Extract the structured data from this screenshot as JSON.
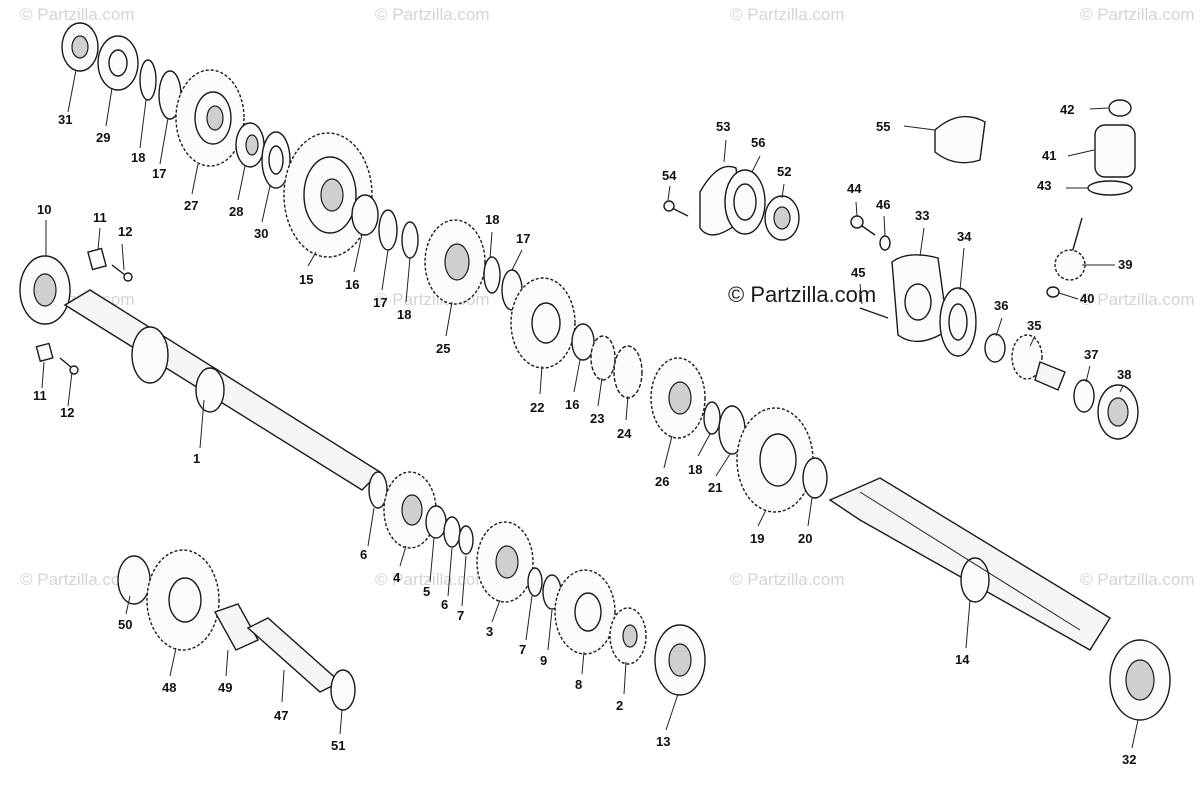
{
  "watermark": "© Partzilla.com",
  "watermark_center": "© Partzilla.com",
  "callouts": [
    "31",
    "29",
    "18",
    "17",
    "27",
    "28",
    "30",
    "15",
    "16",
    "17",
    "18",
    "25",
    "18",
    "17",
    "22",
    "16",
    "23",
    "24",
    "26",
    "18",
    "21",
    "19",
    "20",
    "10",
    "11",
    "12",
    "11",
    "12",
    "1",
    "6",
    "4",
    "5",
    "6",
    "7",
    "3",
    "7",
    "9",
    "8",
    "2",
    "13",
    "14",
    "32",
    "50",
    "48",
    "49",
    "47",
    "51",
    "53",
    "56",
    "54",
    "52",
    "55",
    "44",
    "46",
    "33",
    "34",
    "45",
    "42",
    "41",
    "43",
    "39",
    "40",
    "36",
    "35",
    "37",
    "38"
  ]
}
